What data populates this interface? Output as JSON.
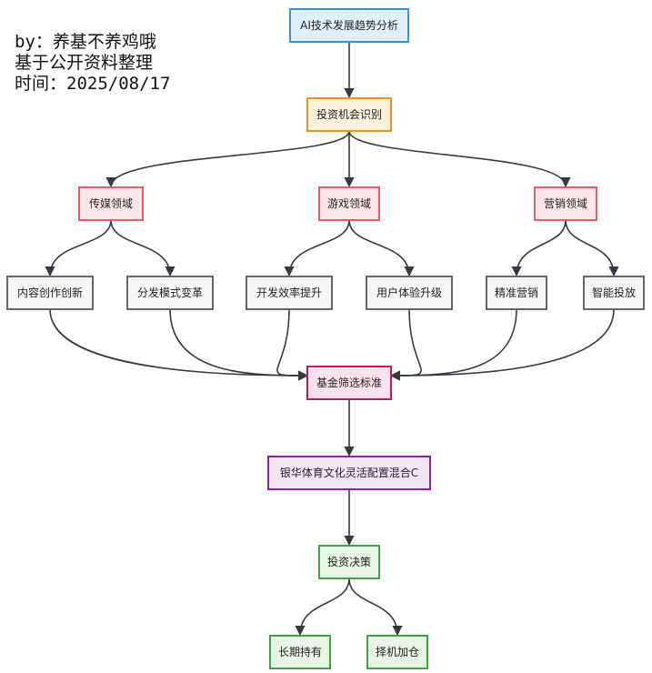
{
  "author_note": {
    "lines": [
      "by：养基不养鸡哦",
      "基于公开资料整理",
      "时间：2025/08/17"
    ]
  },
  "styles": {
    "blue": {
      "fill": "#dff0fb",
      "stroke": "#3a8fd6"
    },
    "orange": {
      "fill": "#fff1dc",
      "stroke": "#f0901e"
    },
    "red": {
      "fill": "#fde7ea",
      "stroke": "#e25c6a"
    },
    "gray": {
      "fill": "#f6f6f6",
      "stroke": "#666666"
    },
    "pink": {
      "fill": "#fbe2ec",
      "stroke": "#c2185b"
    },
    "purple": {
      "fill": "#f3e5f5",
      "stroke": "#8e24aa"
    },
    "green": {
      "fill": "#e8f5e4",
      "stroke": "#43a047"
    }
  },
  "nodes": [
    {
      "id": "ai_trend",
      "label": "AI技术发展趋势分析",
      "style": "blue"
    },
    {
      "id": "invest_opp",
      "label": "投资机会识别",
      "style": "orange"
    },
    {
      "id": "media",
      "label": "传媒领域",
      "style": "red"
    },
    {
      "id": "game",
      "label": "游戏领域",
      "style": "red"
    },
    {
      "id": "marketing",
      "label": "营销领域",
      "style": "red"
    },
    {
      "id": "content",
      "label": "内容创作创新",
      "style": "gray"
    },
    {
      "id": "distribution",
      "label": "分发模式变革",
      "style": "gray"
    },
    {
      "id": "dev_eff",
      "label": "开发效率提升",
      "style": "gray"
    },
    {
      "id": "ux_up",
      "label": "用户体验升级",
      "style": "gray"
    },
    {
      "id": "precise",
      "label": "精准营销",
      "style": "gray"
    },
    {
      "id": "smart_ad",
      "label": "智能投放",
      "style": "gray"
    },
    {
      "id": "fund_filter",
      "label": "基金筛选标准",
      "style": "pink"
    },
    {
      "id": "fund",
      "label": "银华体育文化灵活配置混合C",
      "style": "purple"
    },
    {
      "id": "decision",
      "label": "投资决策",
      "style": "green"
    },
    {
      "id": "long_hold",
      "label": "长期持有",
      "style": "green"
    },
    {
      "id": "add_pos",
      "label": "择机加仓",
      "style": "green"
    }
  ],
  "edges": [
    [
      "ai_trend",
      "invest_opp"
    ],
    [
      "invest_opp",
      "media"
    ],
    [
      "invest_opp",
      "game"
    ],
    [
      "invest_opp",
      "marketing"
    ],
    [
      "media",
      "content"
    ],
    [
      "media",
      "distribution"
    ],
    [
      "game",
      "dev_eff"
    ],
    [
      "game",
      "ux_up"
    ],
    [
      "marketing",
      "precise"
    ],
    [
      "marketing",
      "smart_ad"
    ],
    [
      "content",
      "fund_filter"
    ],
    [
      "distribution",
      "fund_filter"
    ],
    [
      "dev_eff",
      "fund_filter"
    ],
    [
      "ux_up",
      "fund_filter"
    ],
    [
      "precise",
      "fund_filter"
    ],
    [
      "smart_ad",
      "fund_filter"
    ],
    [
      "fund_filter",
      "fund"
    ],
    [
      "fund",
      "decision"
    ],
    [
      "decision",
      "long_hold"
    ],
    [
      "decision",
      "add_pos"
    ]
  ]
}
